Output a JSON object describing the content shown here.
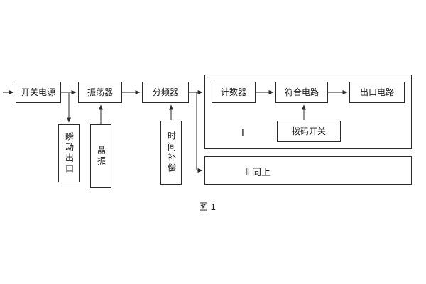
{
  "diagram": {
    "boxes": {
      "power": "开关电源",
      "oscillator": "振荡器",
      "divider": "分频器",
      "counter": "计数器",
      "coincidence": "符合电路",
      "output_circuit": "出口电路",
      "dip_switch": "拨码开关",
      "instant_outlet": "瞬动出口",
      "crystal": "晶振",
      "time_compensation": "时间补偿"
    },
    "labels": {
      "section_1": "Ⅰ",
      "section_2": "Ⅱ  同上",
      "caption": "图 1"
    }
  }
}
